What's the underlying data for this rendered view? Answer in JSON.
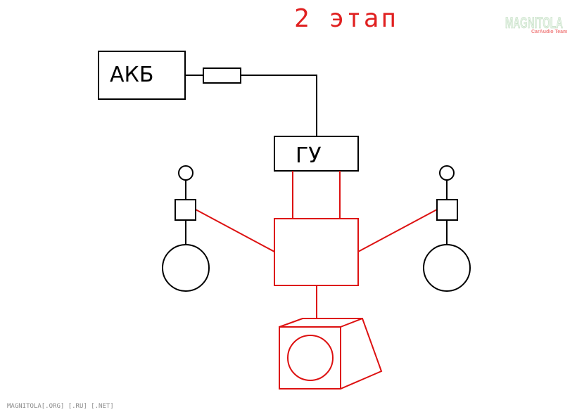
{
  "title": "2 этап",
  "blocks": {
    "battery_label": "АКБ",
    "head_unit_label": "ГУ"
  },
  "watermark": {
    "logo_text": "MAGNITOLA",
    "logo_subtitle": "CarAudio Team",
    "footer": "MAGNITOLA[.ORG] [.RU] [.NET]"
  },
  "colors": {
    "power_wiring": "#000000",
    "audio_components": "#dd1111",
    "background": "#ffffff"
  }
}
